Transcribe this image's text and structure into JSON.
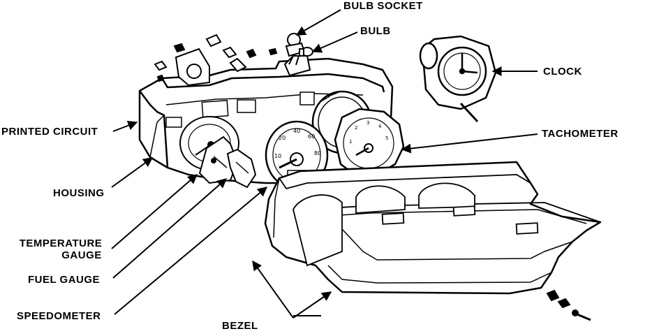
{
  "labels": {
    "bulb_socket": "BULB SOCKET",
    "bulb": "BULB",
    "clock": "CLOCK",
    "printed_circuit": "PRINTED CIRCUIT",
    "tachometer": "TACHOMETER",
    "housing": "HOUSING",
    "temperature_gauge_line1": "TEMPERATURE",
    "temperature_gauge_line2": "GAUGE",
    "fuel_gauge": "FUEL GAUGE",
    "speedometer": "SPEEDOMETER",
    "bezel": "BEZEL"
  },
  "colors": {
    "ink": "#000000",
    "paper": "#ffffff"
  }
}
